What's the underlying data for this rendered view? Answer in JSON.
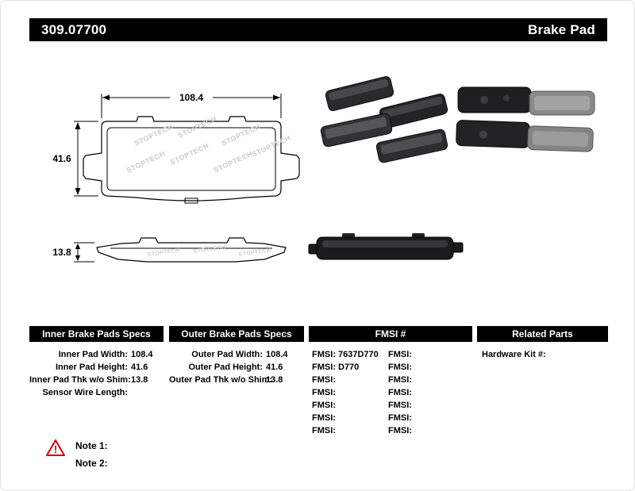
{
  "header": {
    "part_number": "309.07700",
    "product_name": "Brake Pad"
  },
  "drawing": {
    "watermark": "STOPTECH",
    "front_view": {
      "width_dim": "108.4",
      "height_dim": "41.6"
    },
    "bottom_view": {
      "thickness_dim": "13.8"
    }
  },
  "specs": {
    "inner": {
      "header": "Inner Brake Pads Specs",
      "rows": [
        {
          "label": "Inner Pad Width:",
          "value": "108.4"
        },
        {
          "label": "Inner Pad Height:",
          "value": "41.6"
        },
        {
          "label": "Inner Pad Thk w/o Shim:",
          "value": "13.8"
        },
        {
          "label": "Sensor Wire Length:",
          "value": ""
        }
      ]
    },
    "outer": {
      "header": "Outer Brake Pads Specs",
      "rows": [
        {
          "label": "Outer Pad Width:",
          "value": "108.4"
        },
        {
          "label": "Outer Pad Height:",
          "value": "41.6"
        },
        {
          "label": "Outer Pad Thk w/o Shim:",
          "value": "13.8"
        }
      ]
    },
    "fmsi": {
      "header": "FMSI #",
      "col1": [
        {
          "label": "FMSI:",
          "value": "7637D770"
        },
        {
          "label": "FMSI:",
          "value": "D770"
        },
        {
          "label": "FMSI:",
          "value": ""
        },
        {
          "label": "FMSI:",
          "value": ""
        },
        {
          "label": "FMSI:",
          "value": ""
        },
        {
          "label": "FMSI:",
          "value": ""
        },
        {
          "label": "FMSI:",
          "value": ""
        }
      ],
      "col2": [
        {
          "label": "FMSI:",
          "value": ""
        },
        {
          "label": "FMSI:",
          "value": ""
        },
        {
          "label": "FMSI:",
          "value": ""
        },
        {
          "label": "FMSI:",
          "value": ""
        },
        {
          "label": "FMSI:",
          "value": ""
        },
        {
          "label": "FMSI:",
          "value": ""
        },
        {
          "label": "FMSI:",
          "value": ""
        }
      ]
    },
    "related": {
      "header": "Related Parts",
      "rows": [
        {
          "label": "Hardware Kit #:",
          "value": ""
        }
      ]
    }
  },
  "notes": {
    "warning_glyph": "!",
    "items": [
      {
        "label": "Note 1:"
      },
      {
        "label": "Note 2:"
      }
    ]
  },
  "colors": {
    "bar_bg": "#000000",
    "bar_text": "#ffffff",
    "warning": "#cc0000",
    "watermark": "#c9c9c9"
  }
}
